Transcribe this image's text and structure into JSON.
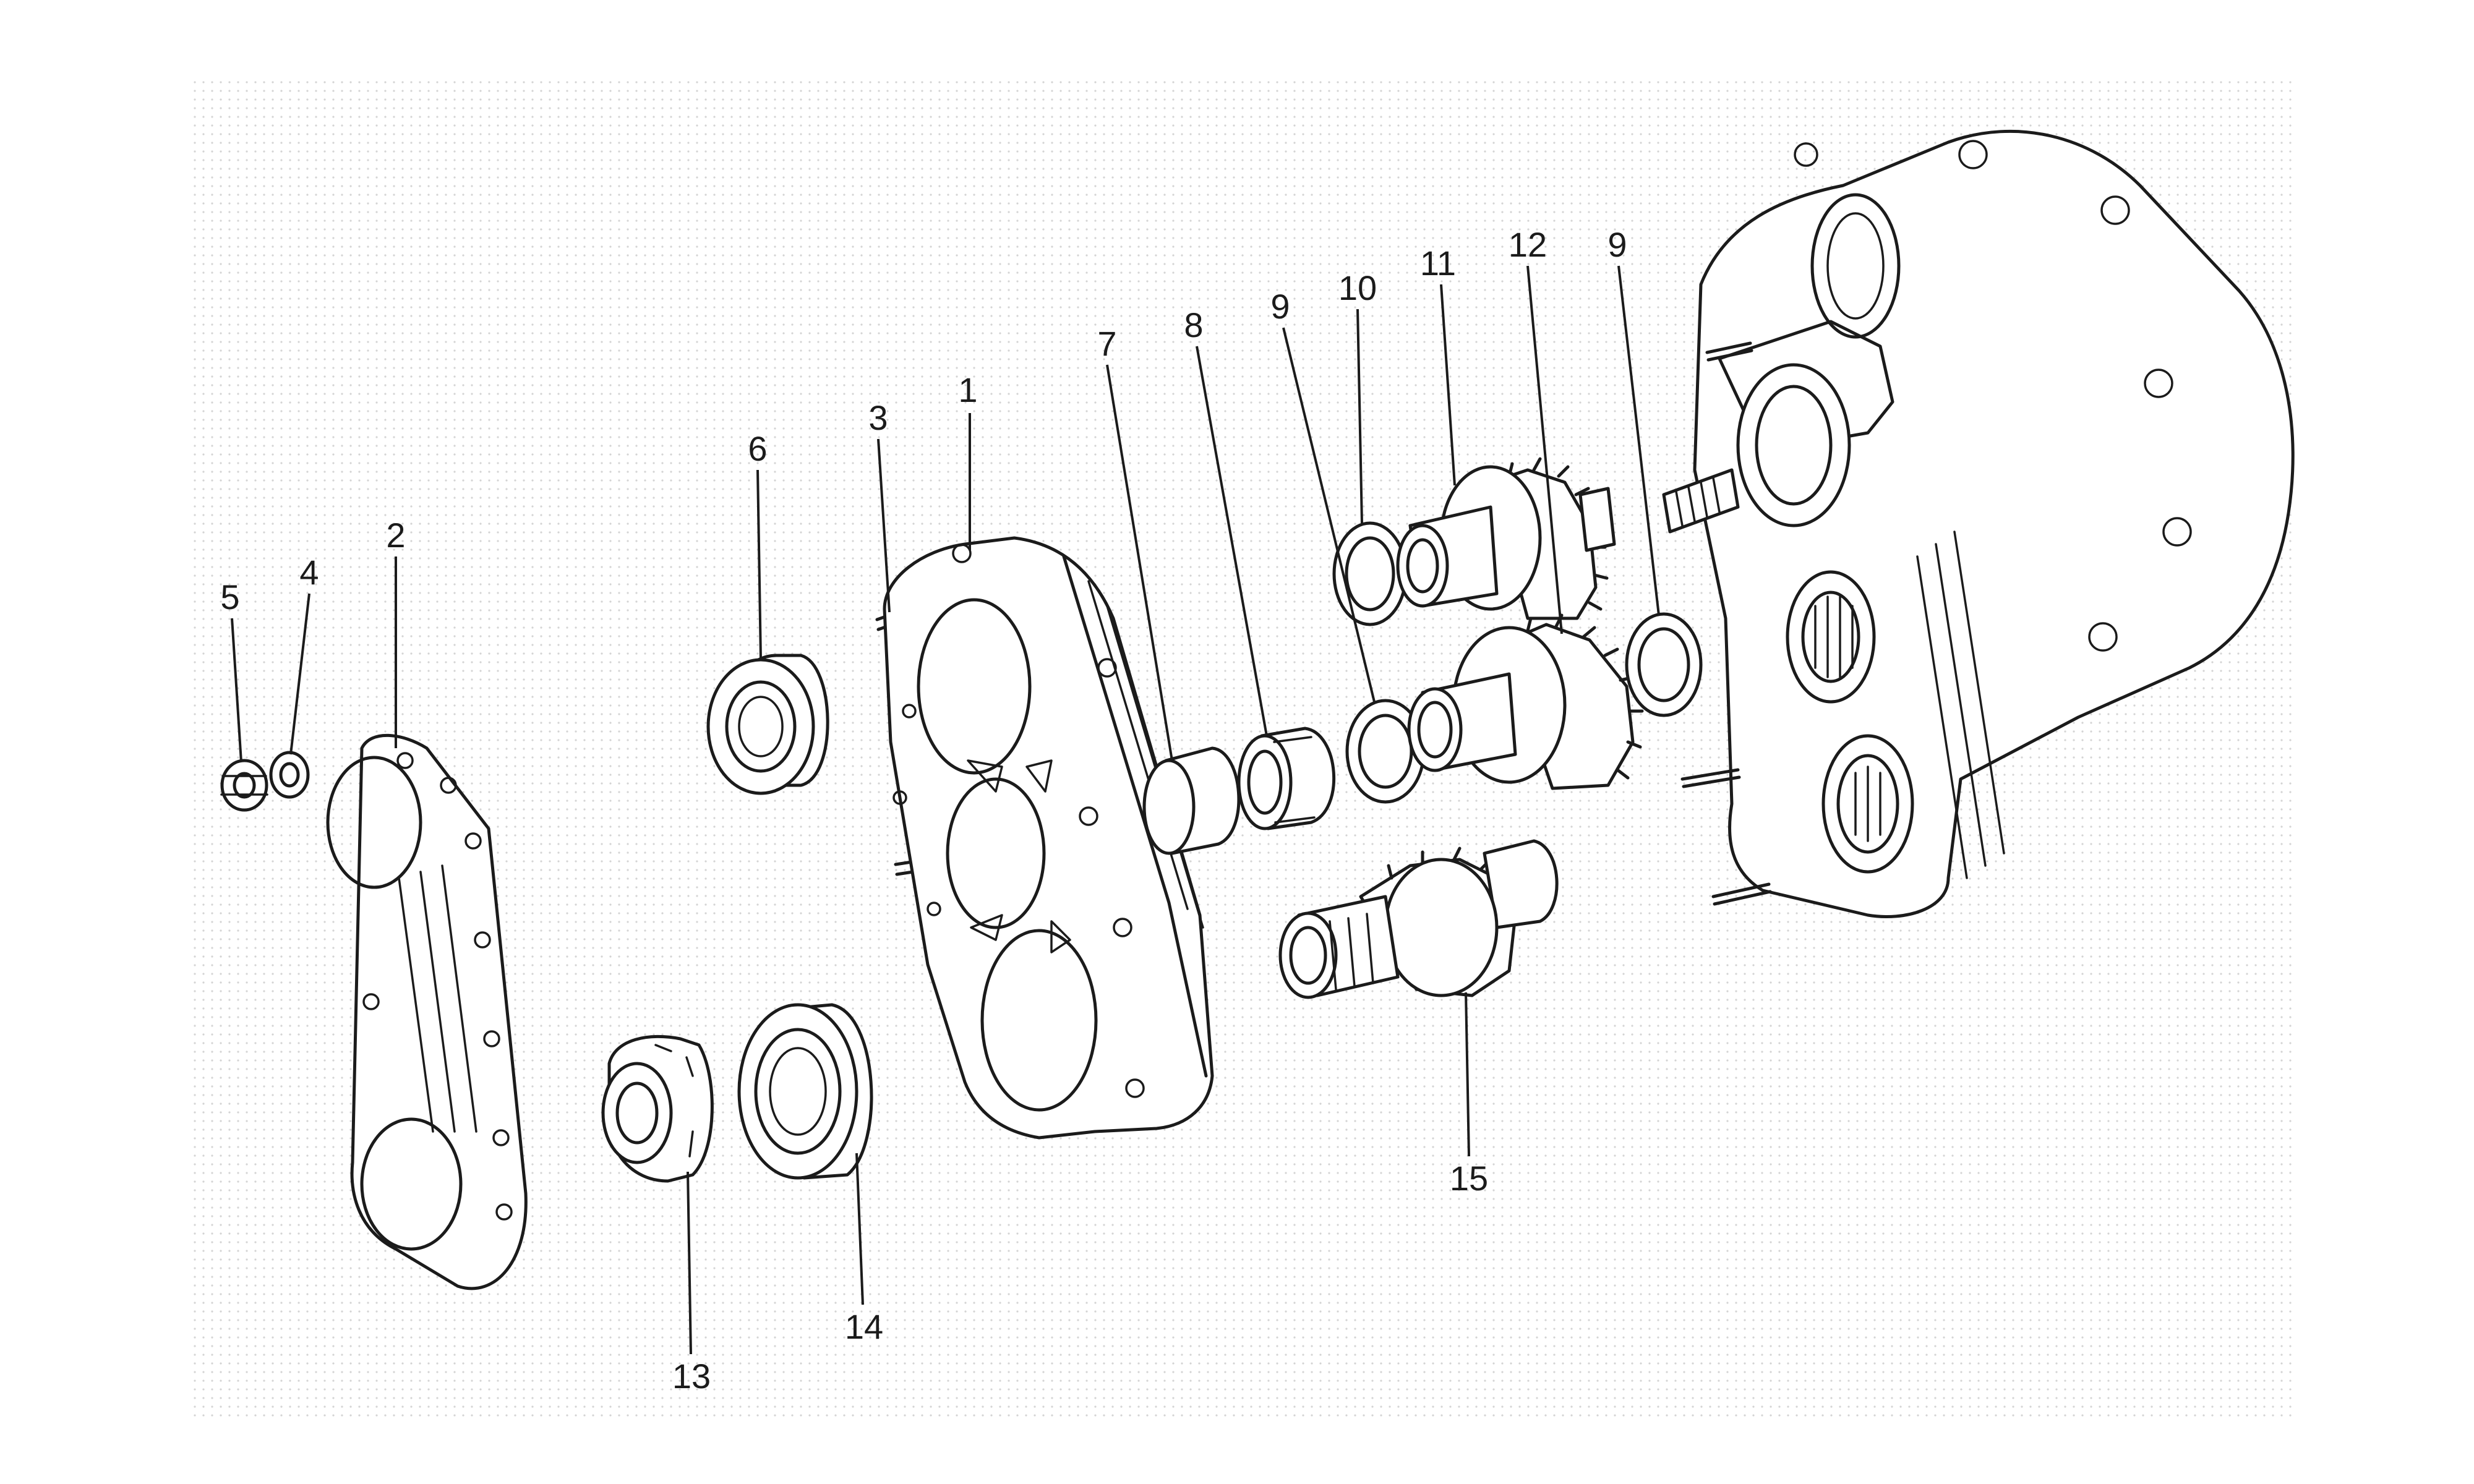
{
  "diagram": {
    "labels": [
      "1",
      "2",
      "3",
      "4",
      "5",
      "6",
      "7",
      "8",
      "9",
      "10",
      "11",
      "12",
      "13",
      "14",
      "15"
    ],
    "label_9_second": "9",
    "colors": {
      "ink": "#1b1b1b",
      "paper": "#ffffff",
      "dots": "#d4d4d4"
    }
  }
}
